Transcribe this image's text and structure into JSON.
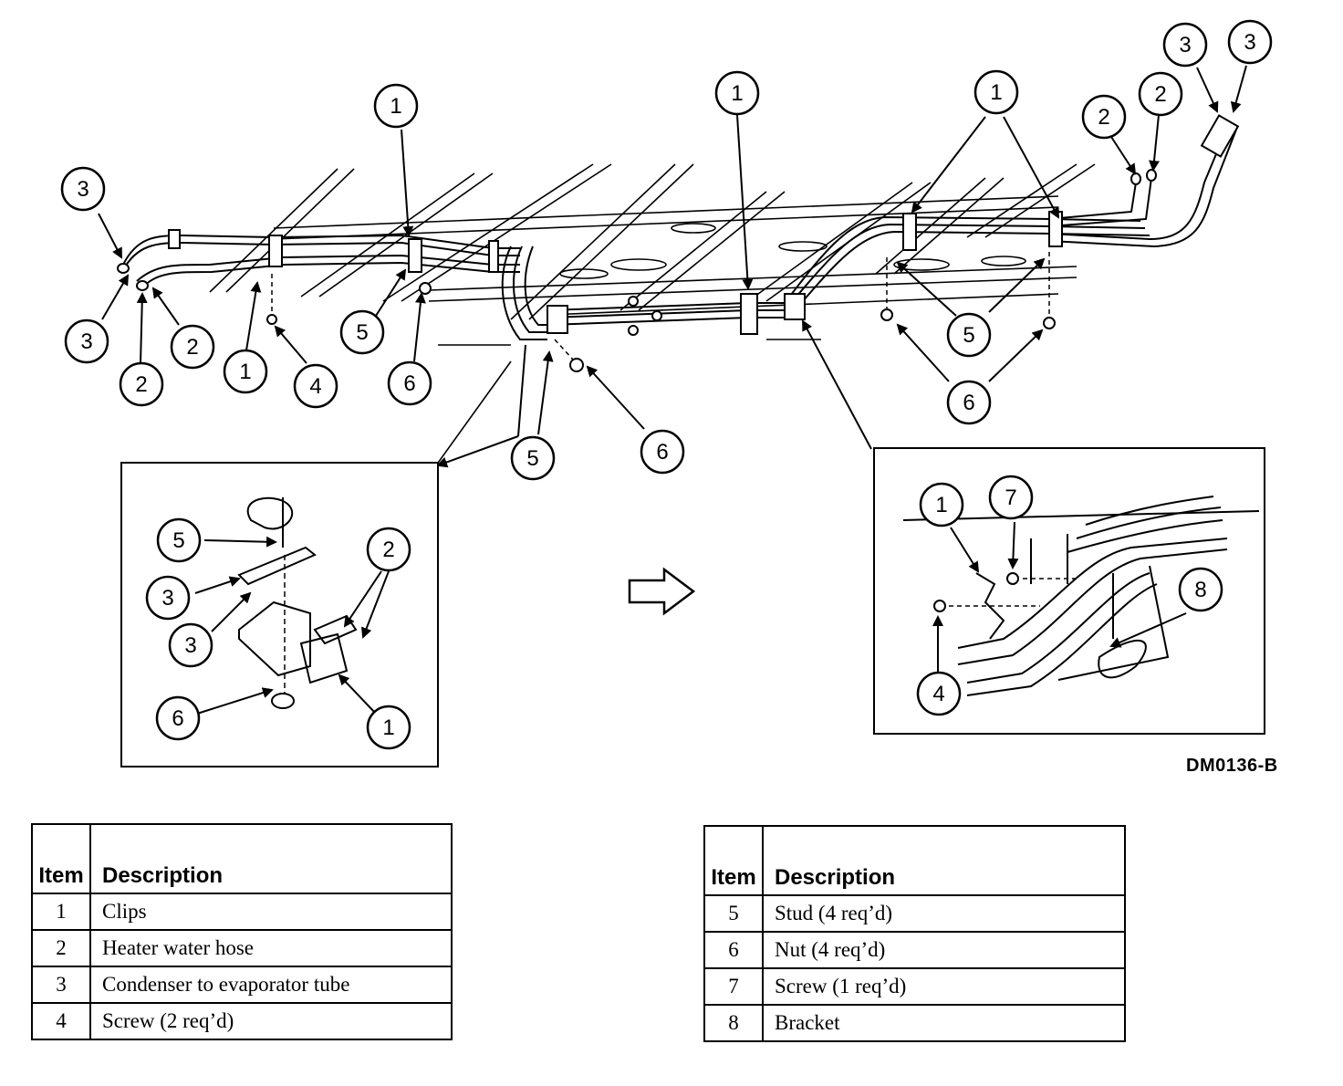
{
  "diagram": {
    "code": "DM0136-B",
    "main_callouts": [
      {
        "label": "3"
      },
      {
        "label": "3"
      },
      {
        "label": "2"
      },
      {
        "label": "2"
      },
      {
        "label": "1"
      },
      {
        "label": "4"
      },
      {
        "label": "1"
      },
      {
        "label": "5"
      },
      {
        "label": "6"
      },
      {
        "label": "5"
      },
      {
        "label": "6"
      },
      {
        "label": "1"
      },
      {
        "label": "1"
      },
      {
        "label": "5"
      },
      {
        "label": "6"
      },
      {
        "label": "2"
      },
      {
        "label": "2"
      },
      {
        "label": "3"
      },
      {
        "label": "3"
      }
    ],
    "left_inset_callouts": [
      {
        "label": "5"
      },
      {
        "label": "3"
      },
      {
        "label": "3"
      },
      {
        "label": "2"
      },
      {
        "label": "6"
      },
      {
        "label": "1"
      }
    ],
    "right_inset_callouts": [
      {
        "label": "1"
      },
      {
        "label": "7"
      },
      {
        "label": "8"
      },
      {
        "label": "4"
      }
    ]
  },
  "legend_left": {
    "headers": {
      "item": "Item",
      "description": "Description"
    },
    "rows": [
      {
        "item": "1",
        "description": "Clips"
      },
      {
        "item": "2",
        "description": "Heater water hose"
      },
      {
        "item": "3",
        "description": "Condenser to evaporator tube"
      },
      {
        "item": "4",
        "description": "Screw (2 req’d)"
      }
    ]
  },
  "legend_right": {
    "headers": {
      "item": "Item",
      "description": "Description"
    },
    "rows": [
      {
        "item": "5",
        "description": "Stud (4 req’d)"
      },
      {
        "item": "6",
        "description": "Nut (4 req’d)"
      },
      {
        "item": "7",
        "description": "Screw (1 req’d)"
      },
      {
        "item": "8",
        "description": "Bracket"
      }
    ]
  }
}
